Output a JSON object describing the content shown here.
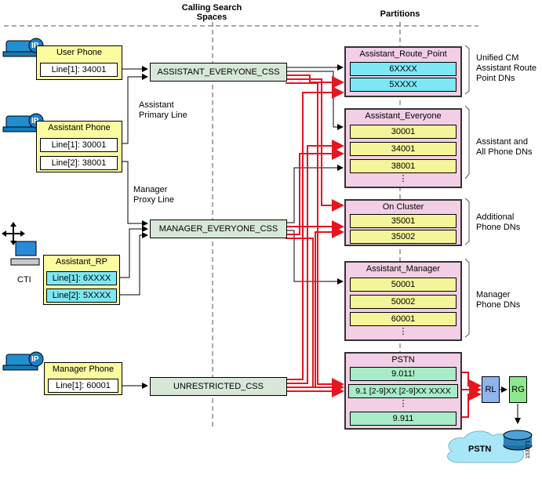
{
  "headers": {
    "css_line1": "Calling Search",
    "css_line2": "Spaces",
    "partitions": "Partitions"
  },
  "devices": {
    "user_phone": {
      "title": "User Phone",
      "lines": [
        "Line[1]: 34001"
      ]
    },
    "assistant_phone": {
      "title": "Assistant Phone",
      "lines": [
        "Line[1]: 30001",
        "Line[2]: 38001"
      ]
    },
    "assistant_rp": {
      "title": "Assistant_RP",
      "lines": [
        "Line[1]: 6XXXX",
        "Line[2]: 5XXXX"
      ],
      "cti_label": "CTI"
    },
    "manager_phone": {
      "title": "Manager Phone",
      "lines": [
        "Line[1]: 60001"
      ]
    }
  },
  "line_labels": {
    "assistant_primary_1": "Assistant",
    "assistant_primary_2": "Primary Line",
    "manager_proxy_1": "Manager",
    "manager_proxy_2": "Proxy Line"
  },
  "css": {
    "assistant_everyone": "ASSISTANT_EVERYONE_CSS",
    "manager_everyone": "MANAGER_EVERYONE_CSS",
    "unrestricted": "UNRESTRICTED_CSS"
  },
  "partitions": {
    "route_point": {
      "title": "Assistant_Route_Point",
      "dns": [
        "6XXXX",
        "5XXXX"
      ]
    },
    "everyone": {
      "title": "Assistant_Everyone",
      "dns": [
        "30001",
        "34001",
        "38001"
      ],
      "more": "⋮"
    },
    "on_cluster": {
      "title": "On Cluster",
      "dns": [
        "35001",
        "35002"
      ]
    },
    "manager": {
      "title": "Assistant_Manager",
      "dns": [
        "50001",
        "50002",
        "60001"
      ],
      "more": "⋮"
    },
    "pstn": {
      "title": "PSTN",
      "dns": [
        "9.011!",
        "9.1 [2-9]XX [2-9]XX XXXX",
        "9.911"
      ],
      "more": "⋮"
    }
  },
  "side_labels": {
    "route_point": [
      "Unified CM",
      "Assistant Route",
      "Point DNs"
    ],
    "everyone": [
      "Assistant and",
      "All Phone DNs"
    ],
    "on_cluster": [
      "Additional",
      "Phone DNs"
    ],
    "manager": [
      "Manager",
      "Phone DNs"
    ]
  },
  "routing": {
    "rl": "RL",
    "rg": "RG",
    "pstn_cloud": "PSTN",
    "figure_id": "153271"
  },
  "colors": {
    "red": "#e8141e",
    "yellow": "#fbfba0",
    "cyan": "#7de8f4",
    "pink": "#f2cfe6",
    "css_green": "#d8e8d8"
  }
}
